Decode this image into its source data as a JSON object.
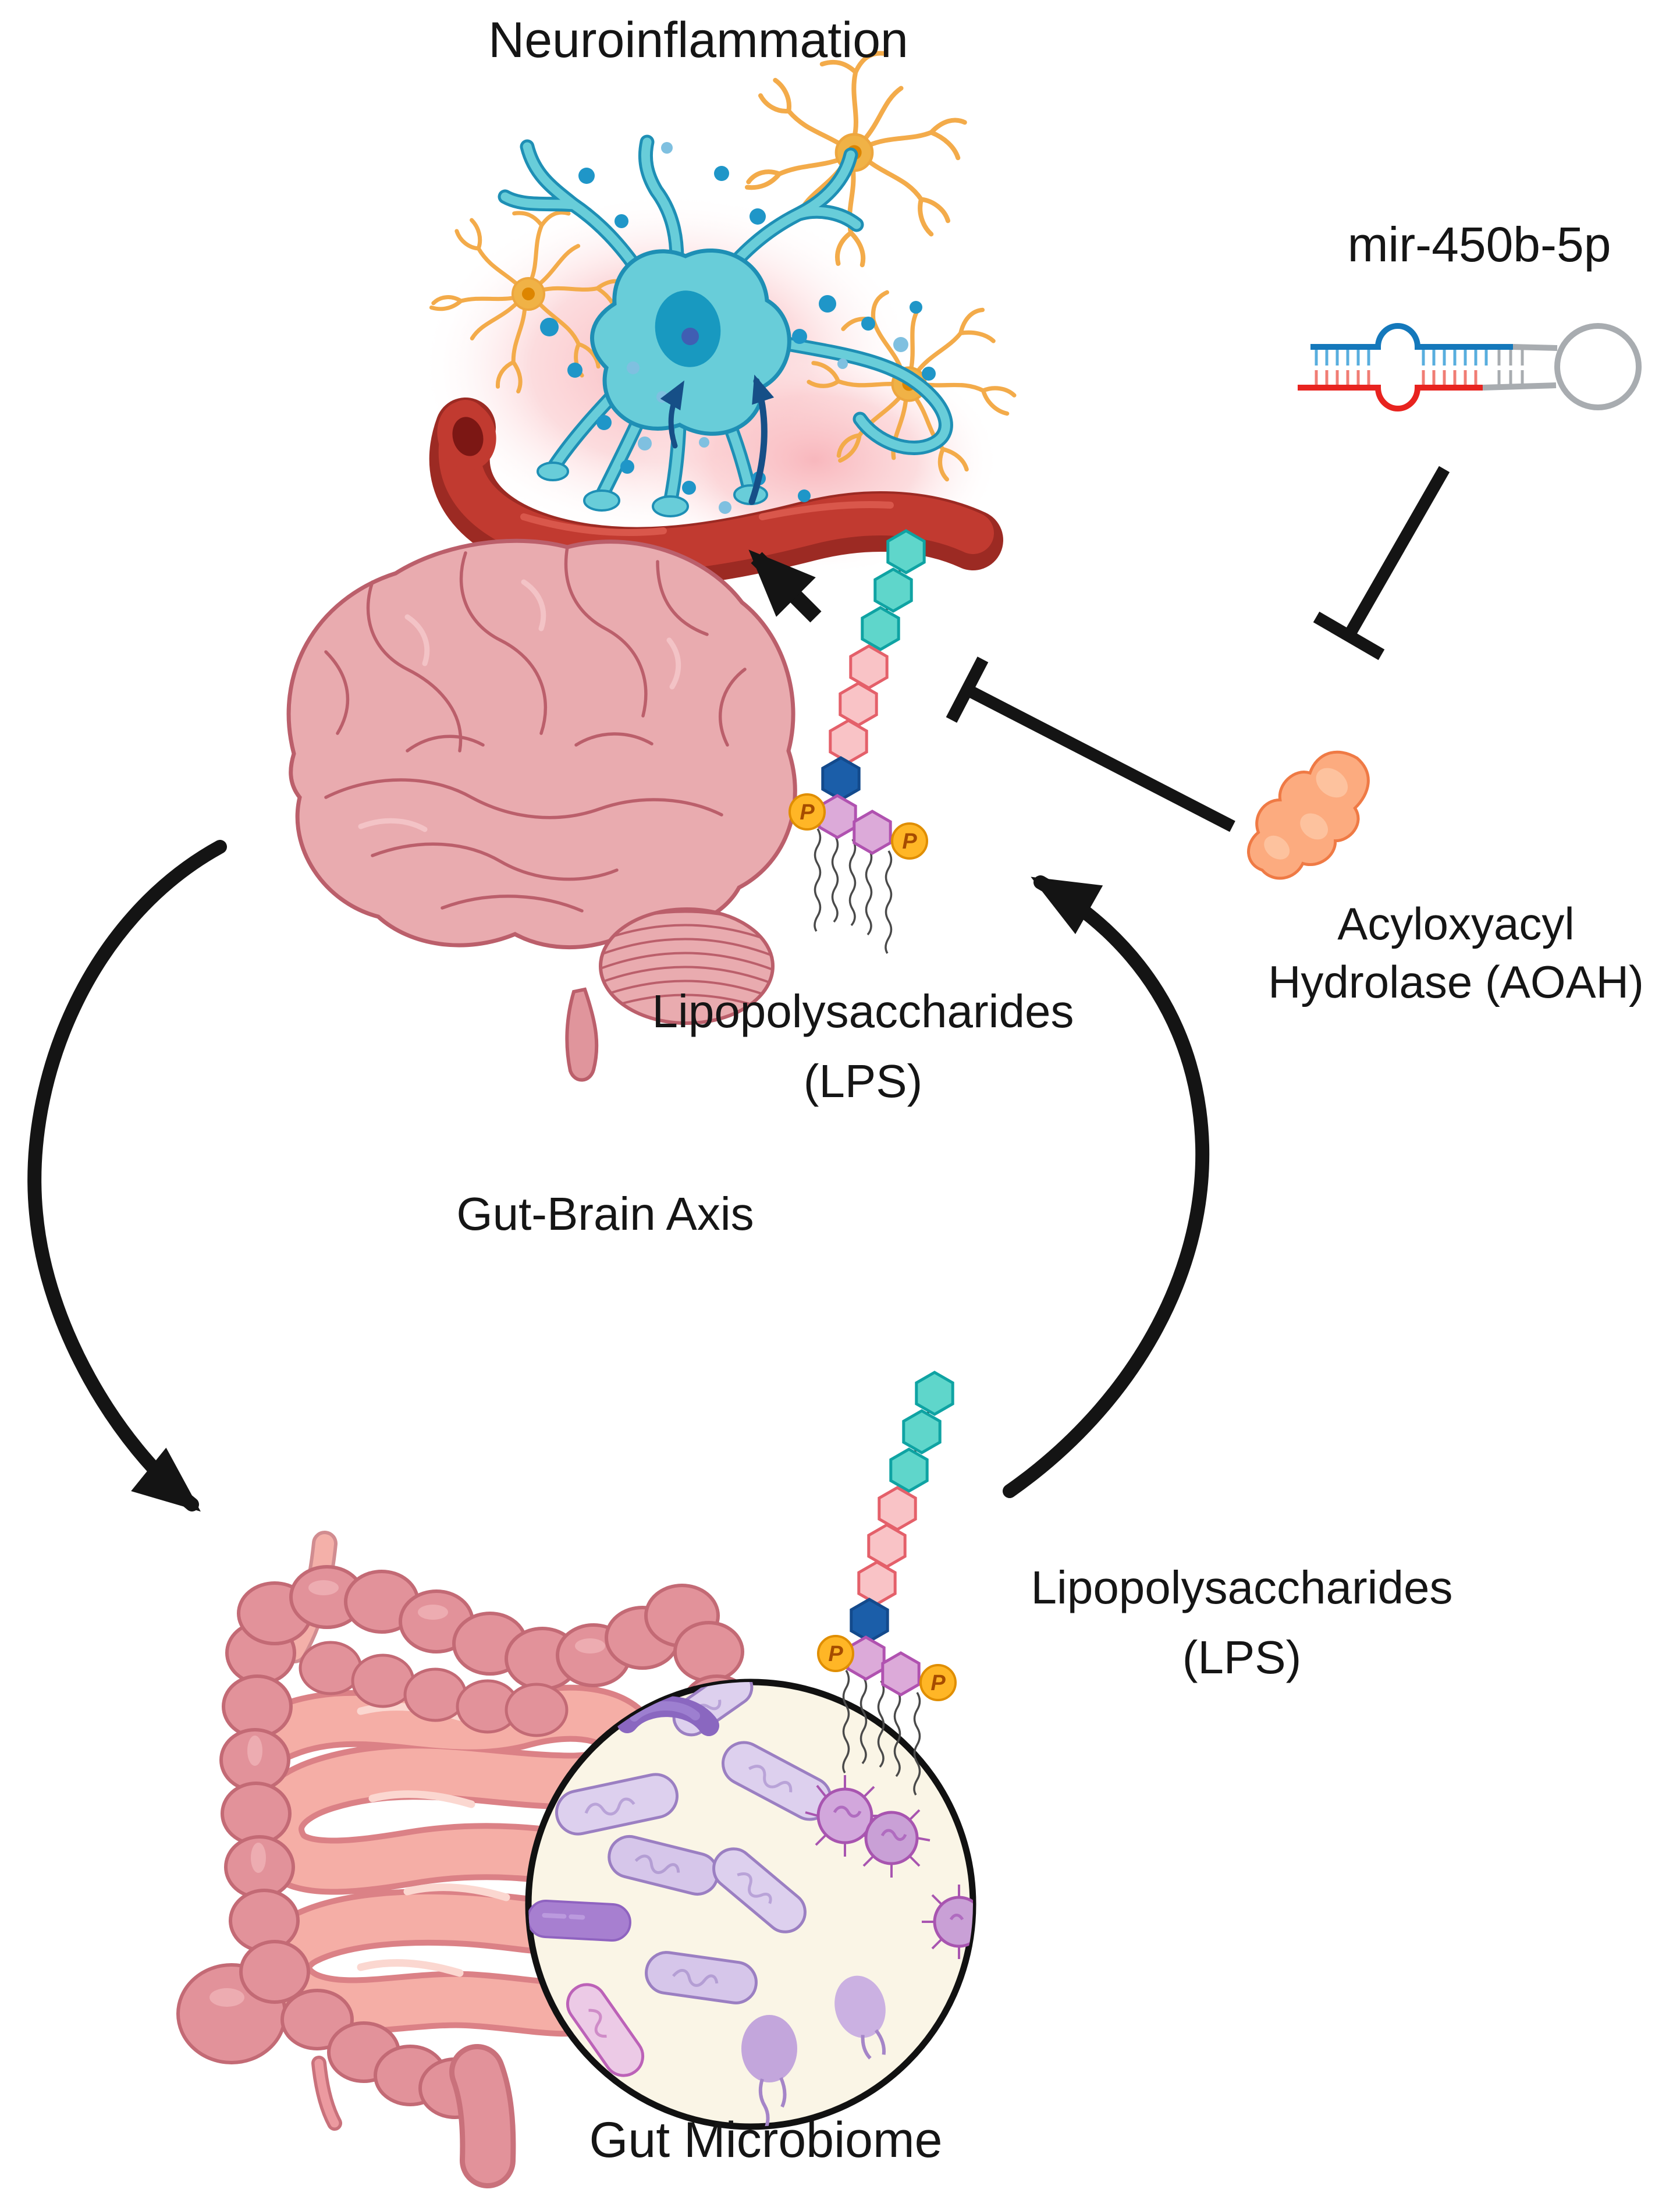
{
  "figure": {
    "labels": {
      "neuroinflammation": "Neuroinflammation",
      "mirna": "mir-450b-5p",
      "lps_brain_line1": "Lipopolysaccharides",
      "lps_brain_line2": "(LPS)",
      "aoah_line1": "Acyloxyacyl",
      "aoah_line2": "Hydrolase (AOAH)",
      "gut_brain_axis": "Gut-Brain Axis",
      "lps_gut_line1": "Lipopolysaccharides",
      "lps_gut_line2": "(LPS)",
      "gut_microbiome": "Gut Microbiome",
      "phosphate_symbol": "P"
    },
    "colors": {
      "text": "#151515",
      "arrow": "#141414",
      "lps_teal": "#5fd6cb",
      "lps_pink": "#f9c3c6",
      "lps_navy": "#1b5ea9",
      "lps_violet": "#dcaad9",
      "phosphate_orange": "#ffb626",
      "aoah_blob": "#fcab7f",
      "rna_blue": "#1478bb",
      "rna_red": "#e8231f",
      "rna_gray": "#a8acb0",
      "brain_pink": "#e9abaf",
      "gut_dark_pink": "#e2929a",
      "gut_light_pink": "#f5aea6",
      "neuron_teal": "#68cdd9",
      "astrocyte_orange": "#f2a94a",
      "vessel_red": "#c13a30",
      "microbiome_bg": "#faf5e6",
      "bacteria_purple": "#a77fd0"
    }
  }
}
